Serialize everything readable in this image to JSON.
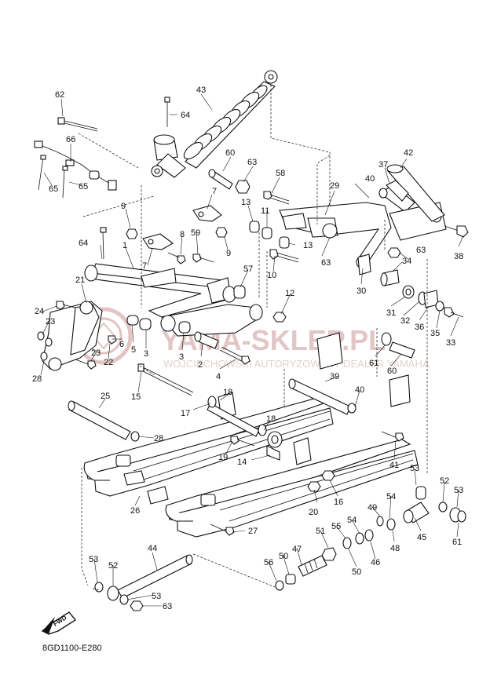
{
  "diagram_code": "8GD1100-E280",
  "fwd_label": "FWD",
  "watermark": {
    "title": "YAMA-SKLEP.PL",
    "subtitle": "WOJCIECHOWSKI AUTORYZOWANY DEALER YAMAHA",
    "color": "#d9b3b3"
  },
  "part_labels": [
    "1",
    "2",
    "3",
    "4",
    "5",
    "6",
    "7",
    "8",
    "9",
    "10",
    "11",
    "12",
    "13",
    "14",
    "15",
    "16",
    "17",
    "18",
    "19",
    "20",
    "21",
    "22",
    "23",
    "24",
    "25",
    "26",
    "27",
    "28",
    "29",
    "30",
    "31",
    "32",
    "33",
    "34",
    "35",
    "36",
    "37",
    "38",
    "39",
    "40",
    "41",
    "42",
    "43",
    "44",
    "45",
    "46",
    "47",
    "48",
    "49",
    "50",
    "51",
    "52",
    "53",
    "54",
    "55",
    "56",
    "57",
    "58",
    "59",
    "60",
    "61",
    "62",
    "63",
    "64",
    "65",
    "66"
  ]
}
